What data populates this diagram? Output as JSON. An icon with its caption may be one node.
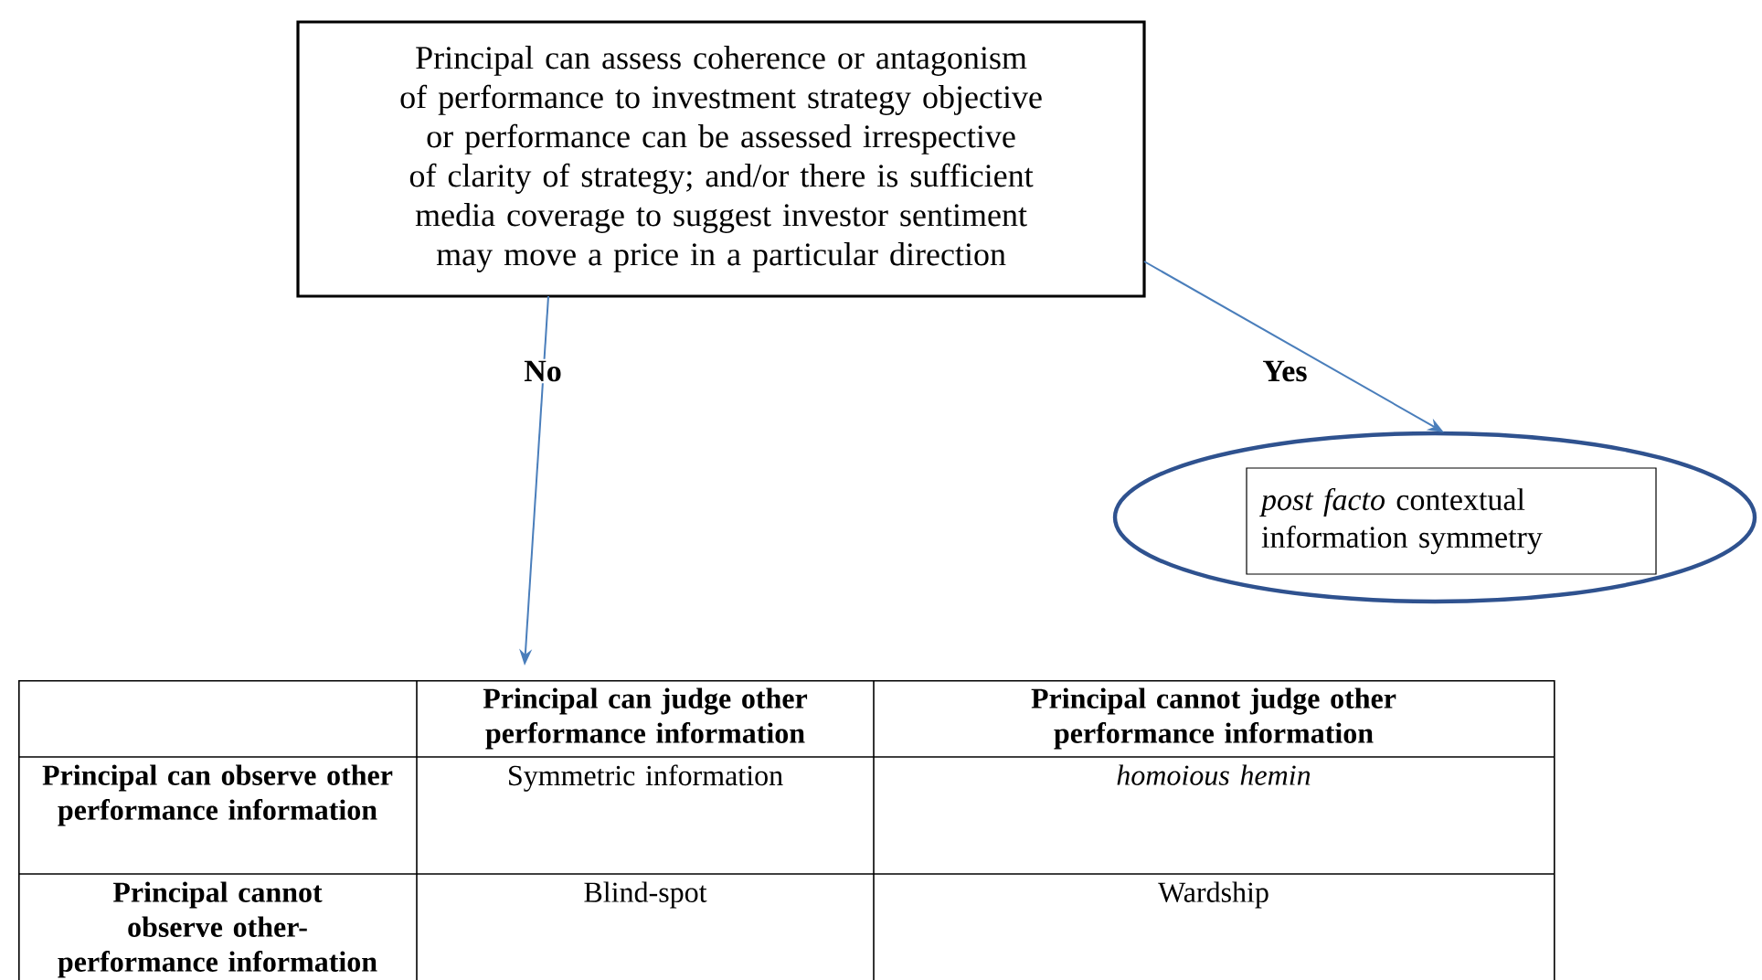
{
  "diagram": {
    "nodes": [
      {
        "text": [
          "Principal can assess coherence or antagonism of performance to investment strategy objective or performance can be assessed irrespective of clarity of strategy; and/or there is sufficient media coverage to suggest investor sentiment may move a price in a particular direction"
        ]
      },
      {
        "text": [],
        "shape": "ellipse"
      },
      {
        "text": [
          "*post facto* contextual information symmetry"
        ],
        "in": 1
      },
      {
        "text": [
          "Principal can judge other performance information",
          "Principal cannot judge other performance information",
          "Principal can observe other performance information",
          "Symmetric information",
          "homoious hemin",
          "Principal cannot observe other-performance information",
          "Blind-spot",
          "Wardship"
        ]
      }
    ],
    "edges": [
      {
        "from": 0,
        "to": 3,
        "arrow": "to",
        "label": "No"
      },
      {
        "from": 0,
        "to": 1,
        "arrow": "to",
        "label": "Yes"
      }
    ]
  }
}
